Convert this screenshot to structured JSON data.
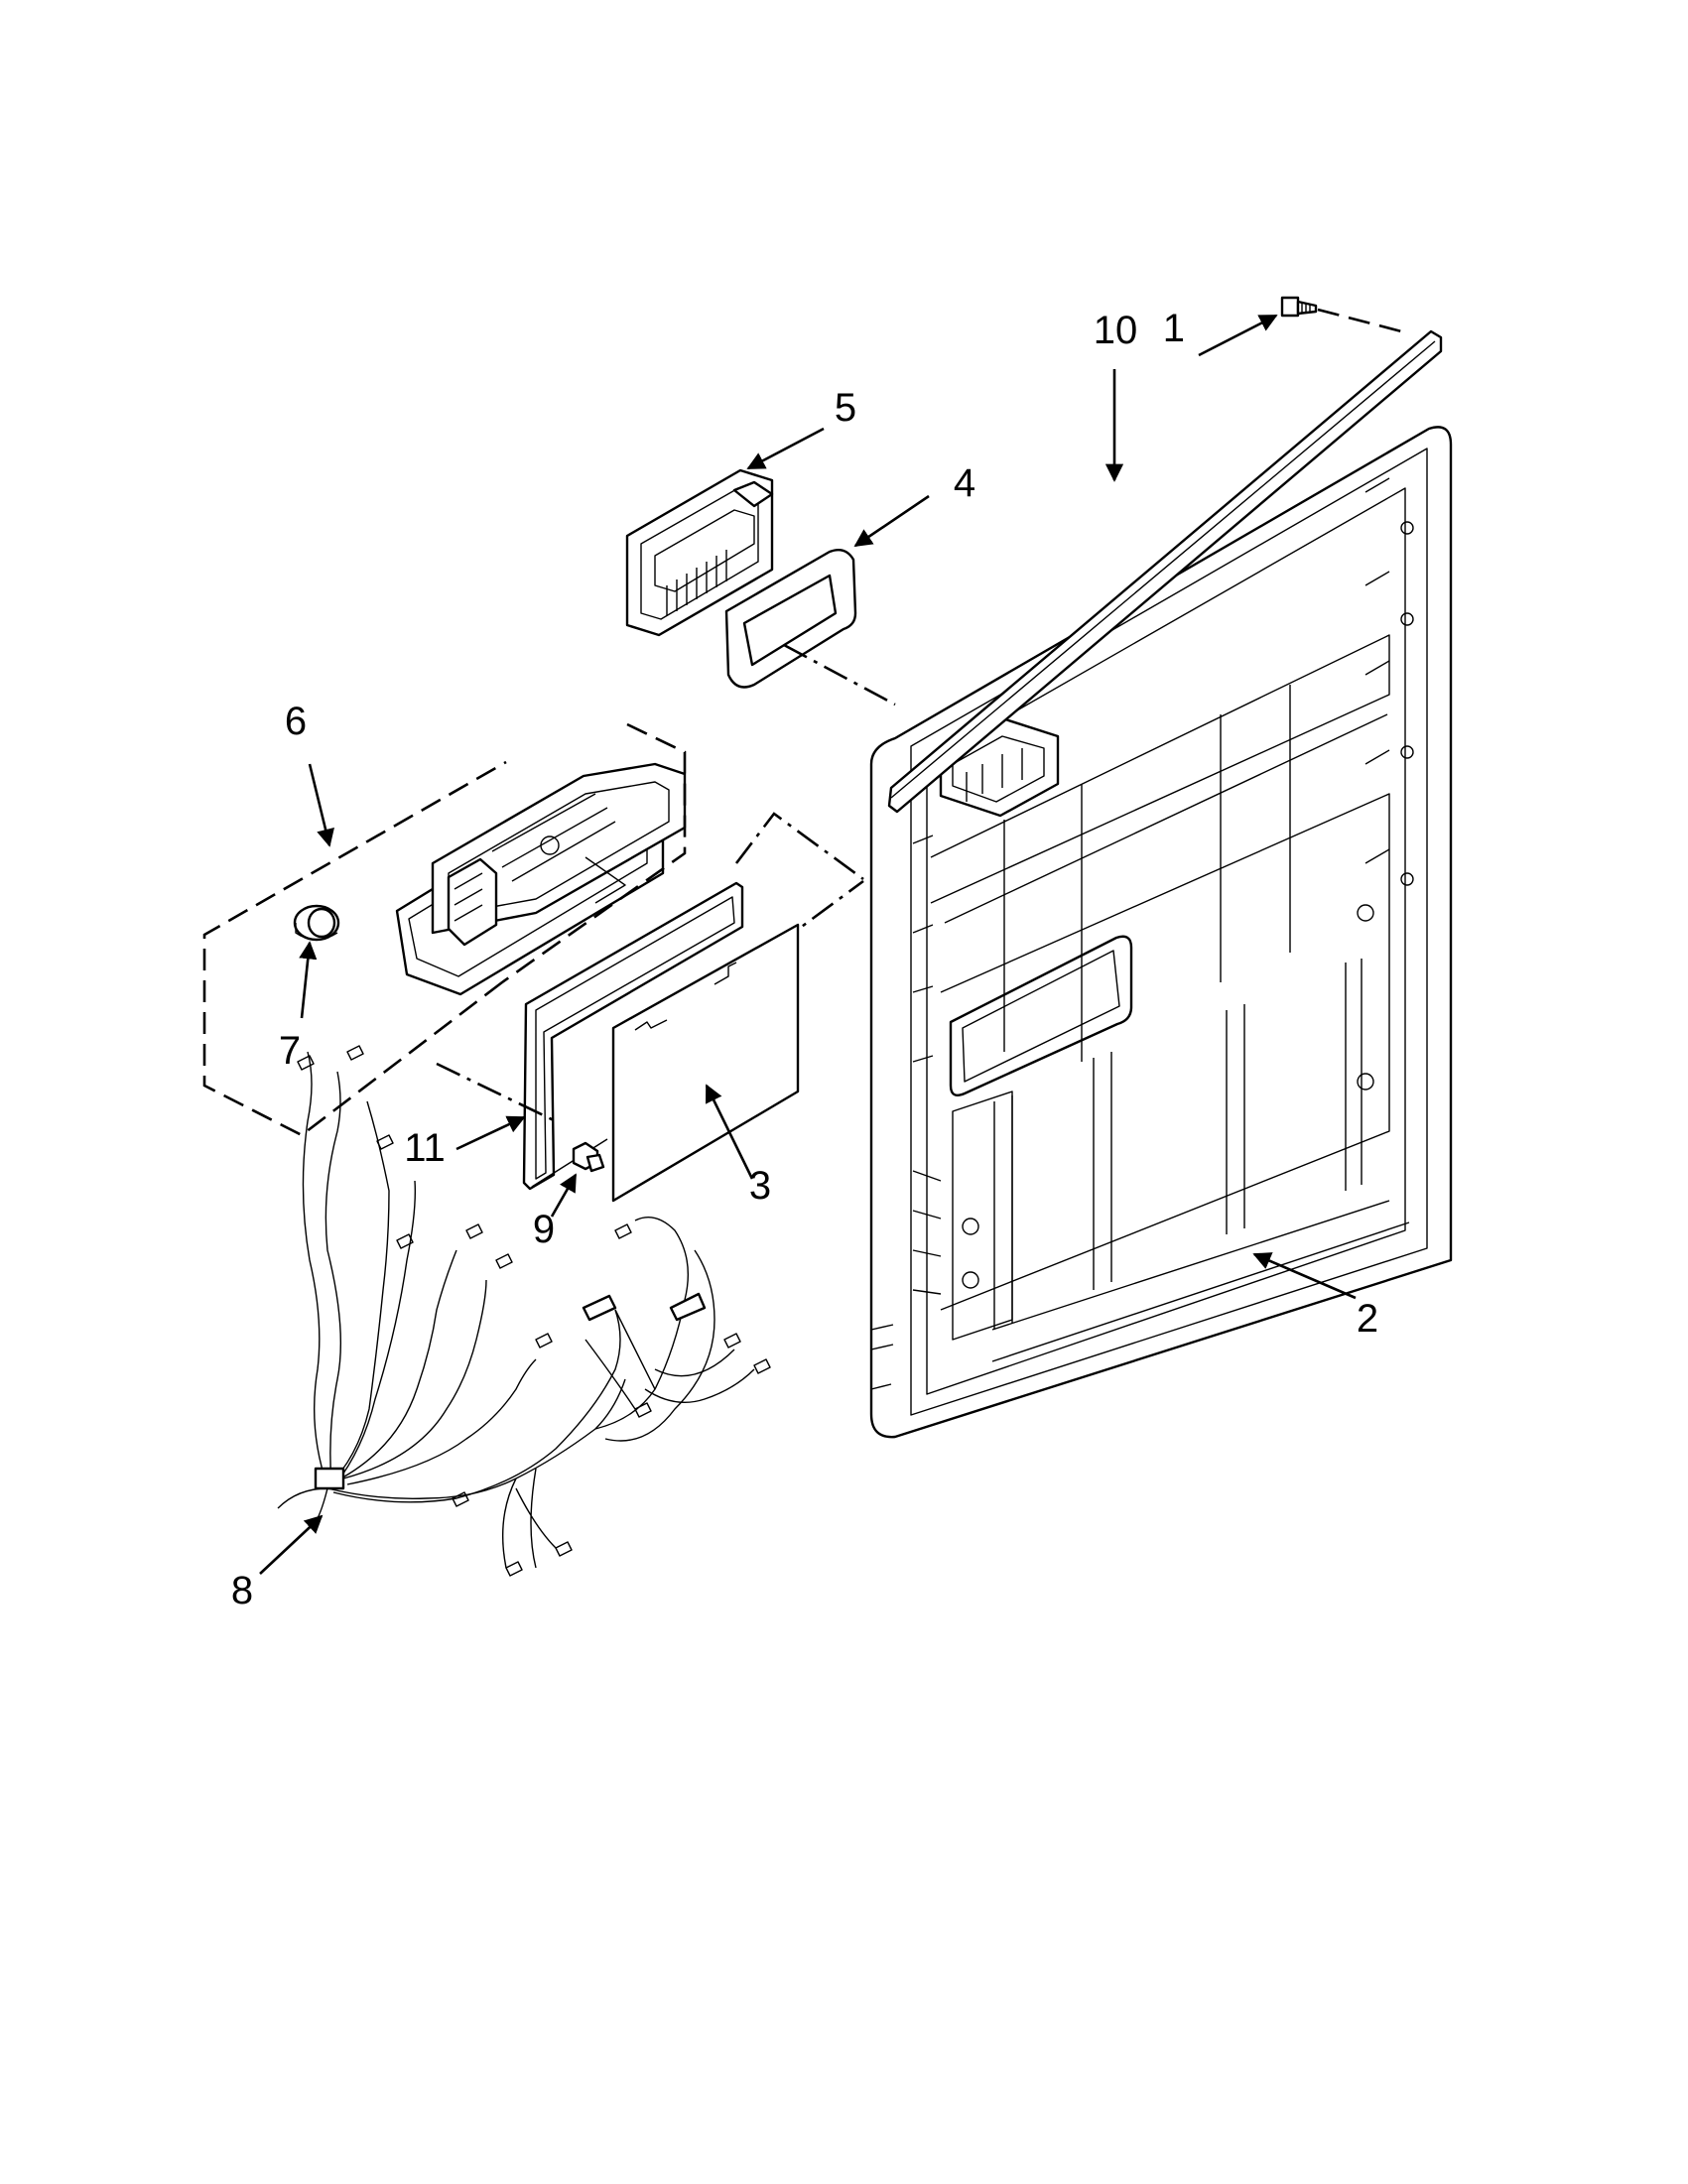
{
  "diagram": {
    "type": "exploded-parts",
    "callouts": [
      {
        "id": "1",
        "text": "1"
      },
      {
        "id": "2",
        "text": "2"
      },
      {
        "id": "3",
        "text": "3"
      },
      {
        "id": "4",
        "text": "4"
      },
      {
        "id": "5",
        "text": "5"
      },
      {
        "id": "6",
        "text": "6"
      },
      {
        "id": "7",
        "text": "7"
      },
      {
        "id": "8",
        "text": "8"
      },
      {
        "id": "9",
        "text": "9"
      },
      {
        "id": "10",
        "text": "10"
      },
      {
        "id": "11",
        "text": "11"
      }
    ]
  }
}
